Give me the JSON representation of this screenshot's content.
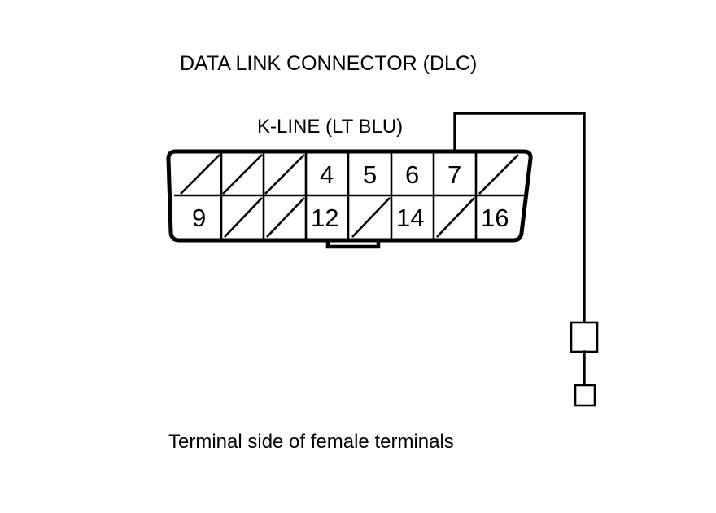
{
  "diagram": {
    "title": "DATA LINK CONNECTOR (DLC)",
    "wire_label": "K-LINE (LT BLU)",
    "caption": "Terminal side of female terminals",
    "connector": {
      "type": "OBD-II 16-pin trapezoid",
      "rows": [
        {
          "name": "top-row",
          "cells": [
            {
              "label": "",
              "marked": true
            },
            {
              "label": "",
              "marked": true
            },
            {
              "label": "",
              "marked": true
            },
            {
              "label": "4",
              "marked": false
            },
            {
              "label": "5",
              "marked": false
            },
            {
              "label": "6",
              "marked": false
            },
            {
              "label": "7",
              "marked": false
            },
            {
              "label": "",
              "marked": true
            }
          ]
        },
        {
          "name": "bottom-row",
          "cells": [
            {
              "label": "9",
              "marked": false
            },
            {
              "label": "",
              "marked": true
            },
            {
              "label": "",
              "marked": true
            },
            {
              "label": "12",
              "marked": false
            },
            {
              "label": "",
              "marked": true
            },
            {
              "label": "14",
              "marked": false
            },
            {
              "label": "",
              "marked": true
            },
            {
              "label": "16",
              "marked": false
            }
          ]
        }
      ]
    },
    "wire": {
      "source_pin": "7",
      "color_code": "LT BLU",
      "stroke": "#000000"
    },
    "terminals": [
      {
        "name": "terminal-box-large",
        "label": ""
      },
      {
        "name": "terminal-box-small",
        "label": ""
      }
    ]
  }
}
